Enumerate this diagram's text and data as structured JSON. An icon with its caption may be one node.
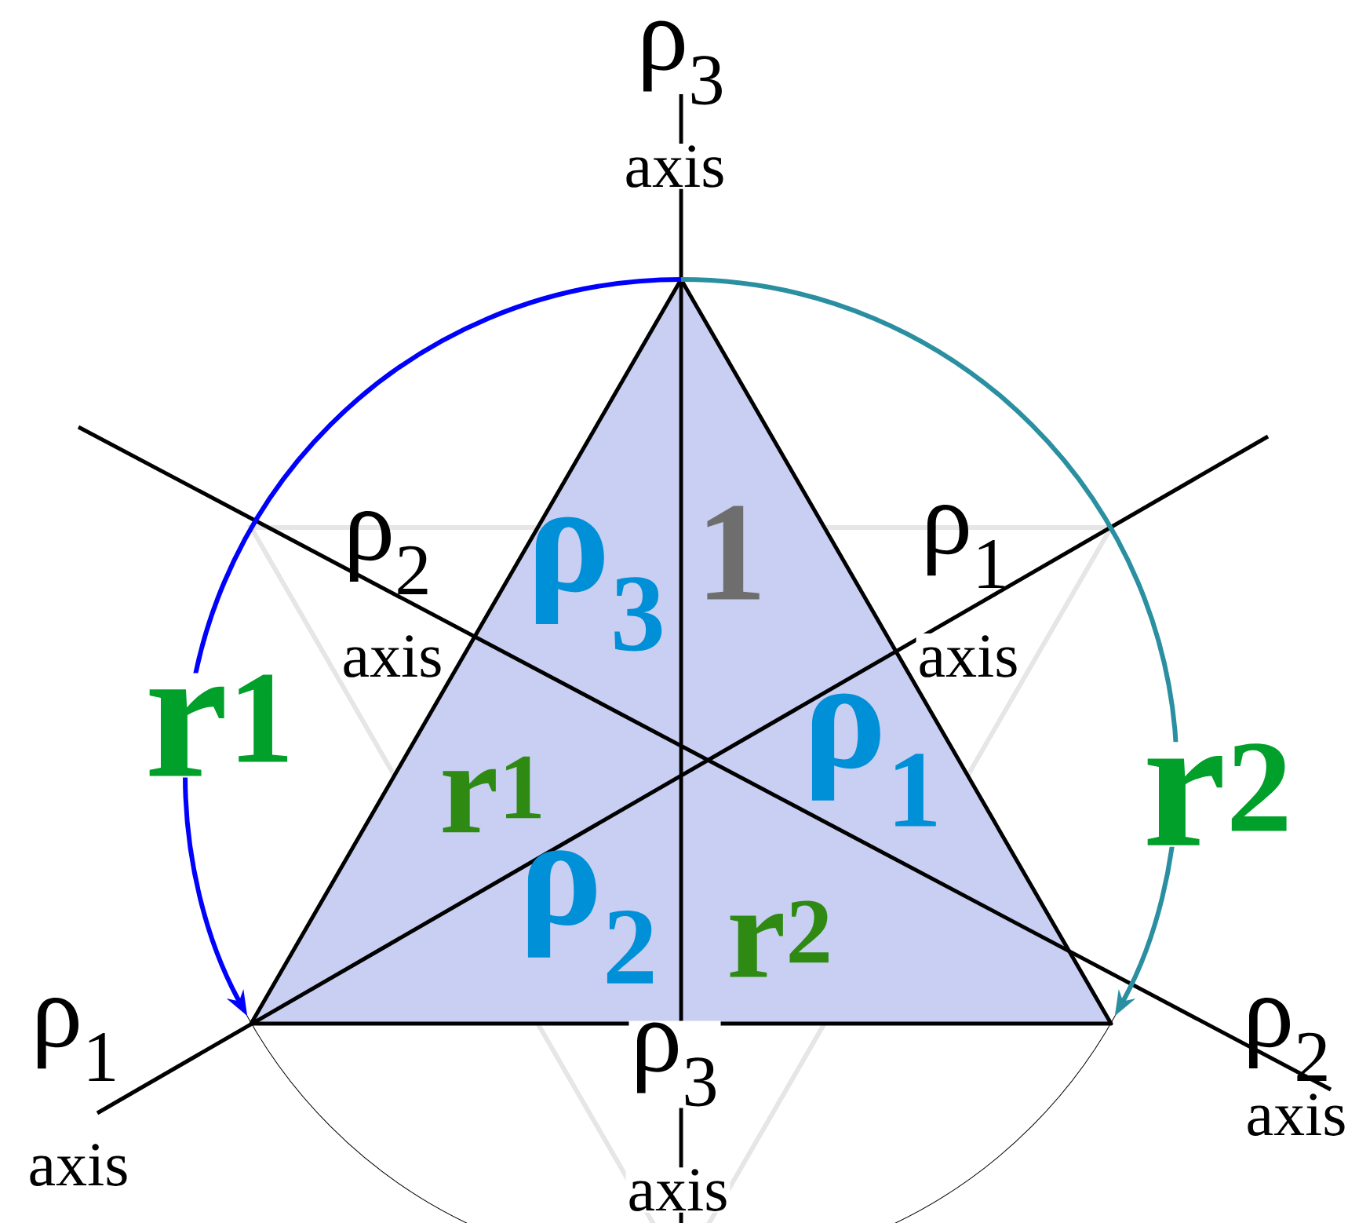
{
  "diagram": {
    "labels": [
      "ρ$_{3}$",
      "axis",
      "ρ$_{2}$",
      "ρ$_{3}$",
      "1",
      "ρ$_{1}$",
      "axis",
      "axis",
      "r$^{1}$",
      "r$^{1}$",
      "ρ$_{1}$",
      "r$^{2}$",
      "ρ$_{2}$",
      "r$^{2}$",
      "ρ$_{1}$",
      "ρ$_{3}$",
      "ρ$_{2}$",
      "axis",
      "axis",
      "axis"
    ]
  }
}
